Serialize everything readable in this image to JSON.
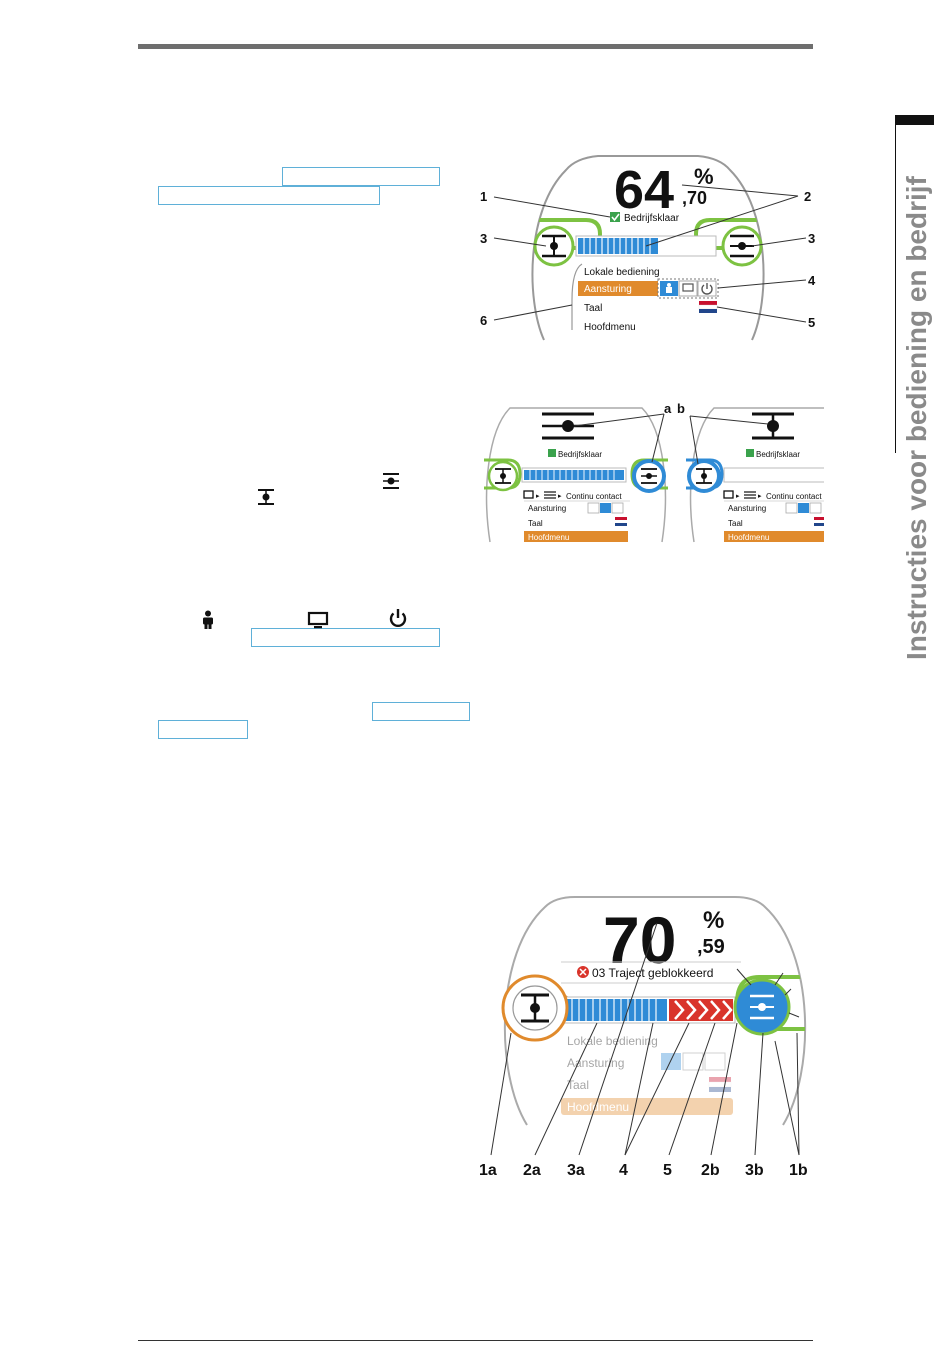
{
  "side_tab": {
    "title": "Instructies voor bediening en bedrijf"
  },
  "figure1": {
    "percent_integer": "64",
    "percent_sign": "%",
    "percent_decimal": ",70",
    "status": "Bedrijfsklaar",
    "menu": [
      "Lokale bediening",
      "Aansturing",
      "Taal",
      "Hoofdmenu"
    ],
    "callouts": [
      "1",
      "2",
      "3",
      "3",
      "4",
      "5",
      "6"
    ]
  },
  "figure2": {
    "label_a": "a",
    "label_b": "b",
    "status": "Bedrijfsklaar",
    "mode_text": "Continu contact",
    "menu": [
      "Aansturing",
      "Taal",
      "Hoofdmenu"
    ]
  },
  "figure3": {
    "percent_integer": "70",
    "percent_sign": "%",
    "percent_decimal": ",59",
    "error_text": "03 Traject geblokkeerd",
    "menu": [
      "Lokale bediening",
      "Aansturing",
      "Taal",
      "Hoofdmenu"
    ],
    "callouts": [
      "1a",
      "2a",
      "3a",
      "4",
      "5",
      "2b",
      "3b",
      "1b"
    ]
  },
  "icons": {
    "local_control": "person-icon",
    "remote_control": "monitor-icon",
    "off": "power-icon"
  },
  "colors": {
    "green": "#7dc242",
    "blue": "#2f8bd6",
    "orange": "#e08a2c",
    "red": "#d9342b",
    "link_box": "#5fb0d8"
  }
}
